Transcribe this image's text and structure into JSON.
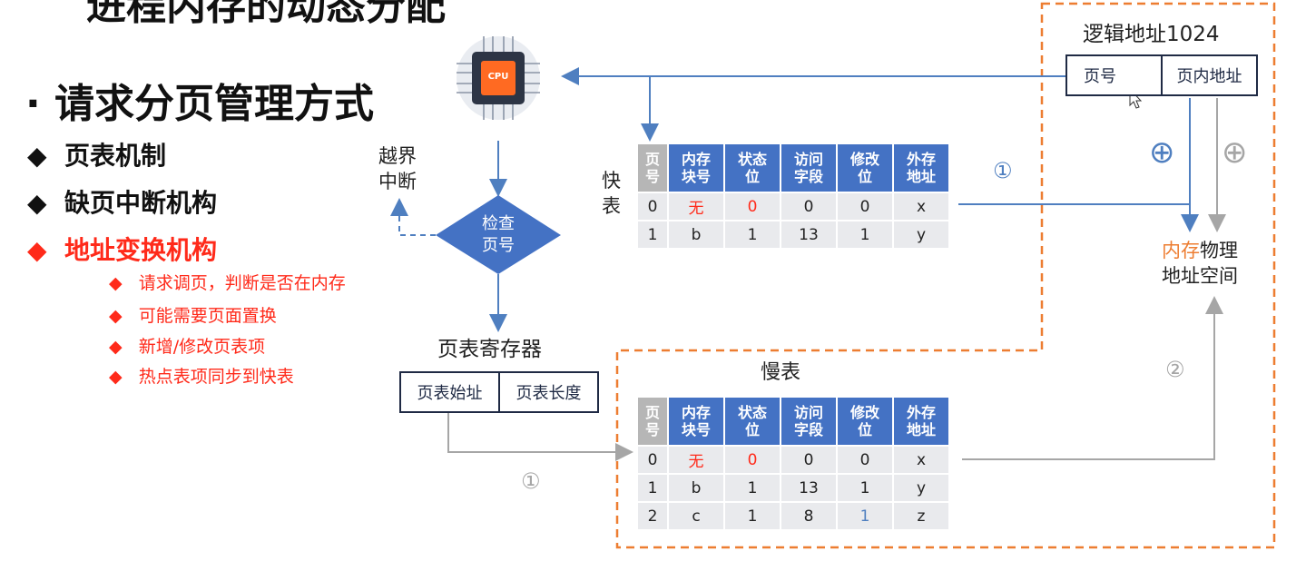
{
  "top_title_cut": "进程内存的动态分配",
  "title": "请求分页管理方式",
  "bullets": [
    {
      "text": "页表机制",
      "color": "#111111"
    },
    {
      "text": "缺页中断机构",
      "color": "#111111"
    },
    {
      "text": "地址变换机构",
      "color": "#ff2a1a"
    }
  ],
  "sub_bullets": [
    "请求调页，判断是否在内存",
    "可能需要页面置换",
    "新增/修改页表项",
    "热点表项同步到快表"
  ],
  "cpu_label": "CPU",
  "out_of_bounds": "越界\n中断",
  "check_page": "检查\n页号",
  "page_table_register": {
    "title": "页表寄存器",
    "cells": [
      "页表始址",
      "页表长度"
    ]
  },
  "logical_address": {
    "title": "逻辑地址1024",
    "cells": [
      "页号",
      "页内地址"
    ]
  },
  "fast_table_label": "快\n表",
  "slow_table_label": "慢表",
  "table_headers": [
    "页\n号",
    "内存\n块号",
    "状态\n位",
    "访问\n字段",
    "修改\n位",
    "外存\n地址"
  ],
  "fast_table_rows": [
    [
      "0",
      "无",
      "0",
      "0",
      "0",
      "x"
    ],
    [
      "1",
      "b",
      "1",
      "13",
      "1",
      "y"
    ]
  ],
  "slow_table_rows": [
    [
      "0",
      "无",
      "0",
      "0",
      "0",
      "x"
    ],
    [
      "1",
      "b",
      "1",
      "13",
      "1",
      "y"
    ],
    [
      "2",
      "c",
      "1",
      "8",
      "1",
      "z"
    ]
  ],
  "physical_space": {
    "highlight": "内存",
    "rest": "物理",
    "line2": "地址空间"
  },
  "step_fast": "①",
  "step_slow_1": "①",
  "step_slow_2": "②",
  "plus_symbol": "⊕",
  "colors": {
    "accent_blue": "#4472c4",
    "arrow_blue": "#4f7fc0",
    "gray": "#a6a6a6",
    "orange_dash": "#ed7d31",
    "red": "#ff2a1a",
    "highlight_orange": "#ed7d31"
  }
}
